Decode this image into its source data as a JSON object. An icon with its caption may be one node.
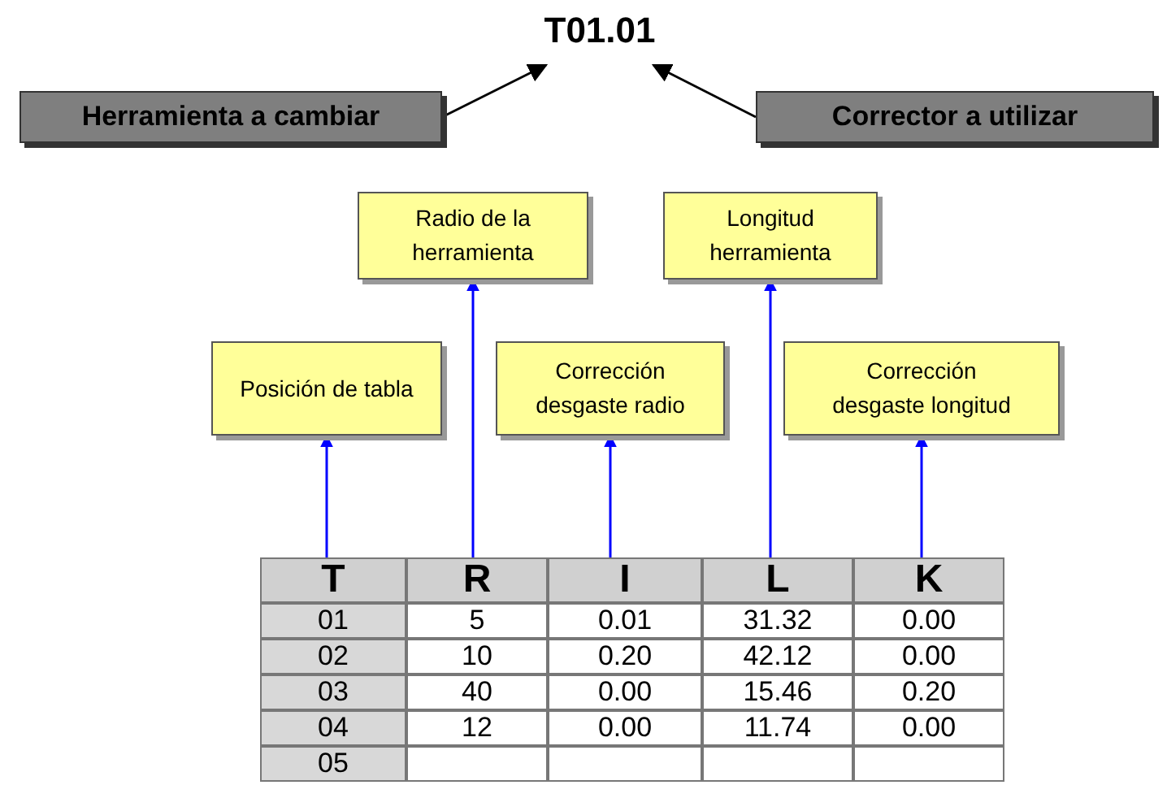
{
  "diagram": {
    "nodes": [
      {
        "text": [
          "T01.01"
        ]
      },
      {
        "text": [
          "Herramienta a cambiar"
        ]
      },
      {
        "text": [
          "Corrector a utilizar"
        ]
      },
      {
        "text": [
          "Radio de la herramienta"
        ]
      },
      {
        "text": [
          "Longitud herramienta"
        ]
      },
      {
        "text": [
          "Posición de tabla"
        ]
      },
      {
        "text": [
          "Corrección desgaste radio"
        ]
      },
      {
        "text": [
          "Corrección desgaste longitud"
        ]
      },
      {
        "text": [
          "T"
        ]
      },
      {
        "text": [
          "R"
        ]
      },
      {
        "text": [
          "I"
        ]
      },
      {
        "text": [
          "L"
        ]
      },
      {
        "text": [
          "K"
        ]
      }
    ],
    "edges": [
      {
        "from": 1,
        "to": 0,
        "arrow": "to",
        "color": "#000000"
      },
      {
        "from": 2,
        "to": 0,
        "arrow": "to",
        "color": "#000000"
      },
      {
        "from": 8,
        "to": 5,
        "arrow": "to"
      },
      {
        "from": 9,
        "to": 3,
        "arrow": "to"
      },
      {
        "from": 10,
        "to": 6,
        "arrow": "to"
      },
      {
        "from": 11,
        "to": 4,
        "arrow": "to"
      },
      {
        "from": 12,
        "to": 7,
        "arrow": "to"
      }
    ],
    "labels": [
      "01",
      "5",
      "0.01",
      "31.32",
      "0.00",
      "02",
      "10",
      "0.20",
      "42.12",
      "0.00",
      "03",
      "40",
      "0.00",
      "15.46",
      "0.20",
      "04",
      "12",
      "0.00",
      "11.74",
      "0.00",
      "05"
    ]
  }
}
